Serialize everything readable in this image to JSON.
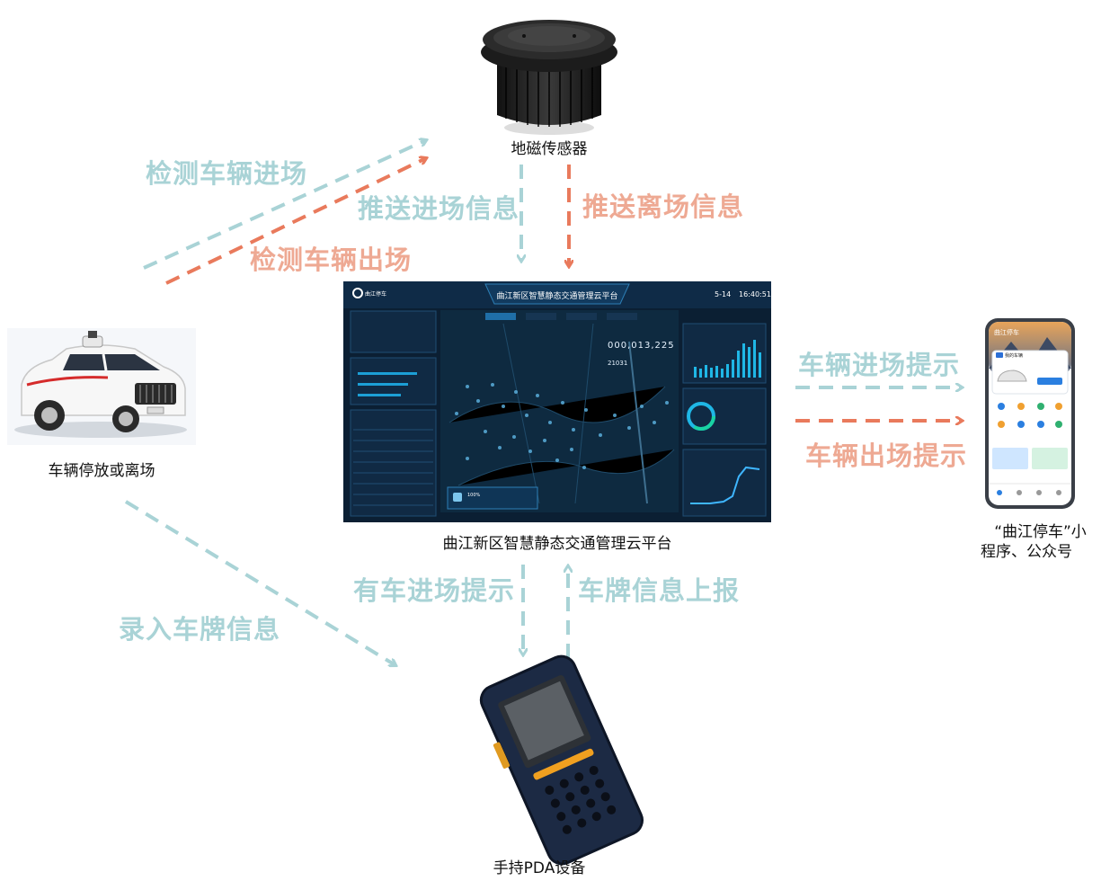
{
  "nodes": {
    "sensor": "地磁传感器",
    "vehicle": "车辆停放或离场",
    "platform": "曲江新区智慧静态交通管理云平台",
    "app_line1": "“曲江停车”小",
    "app_line2": "程序、公众号",
    "pda": "手持PDA设备"
  },
  "edges": {
    "detect_in": "检测车辆进场",
    "detect_out": "检测车辆出场",
    "push_in": "推送进场信息",
    "push_out": "推送离场信息",
    "notify_in": "车辆进场提示",
    "notify_out": "车辆出场提示",
    "pda_in": "有车进场提示",
    "plate_report": "车牌信息上报",
    "enter_plate": "录入车牌信息"
  },
  "dashboard": {
    "logo": "曲江停车",
    "title": "曲江新区智慧静态交通管理云平台",
    "date": "5-14",
    "time": "16:40:51",
    "counter": "000,013,225",
    "stat": "21031",
    "percent": "100%"
  },
  "phone": {
    "brand": "曲江停车",
    "tab": "我的车辆"
  },
  "colors": {
    "teal": "#a9d3d6",
    "salmon": "#e97a5c",
    "screen": "#0b1f33"
  }
}
